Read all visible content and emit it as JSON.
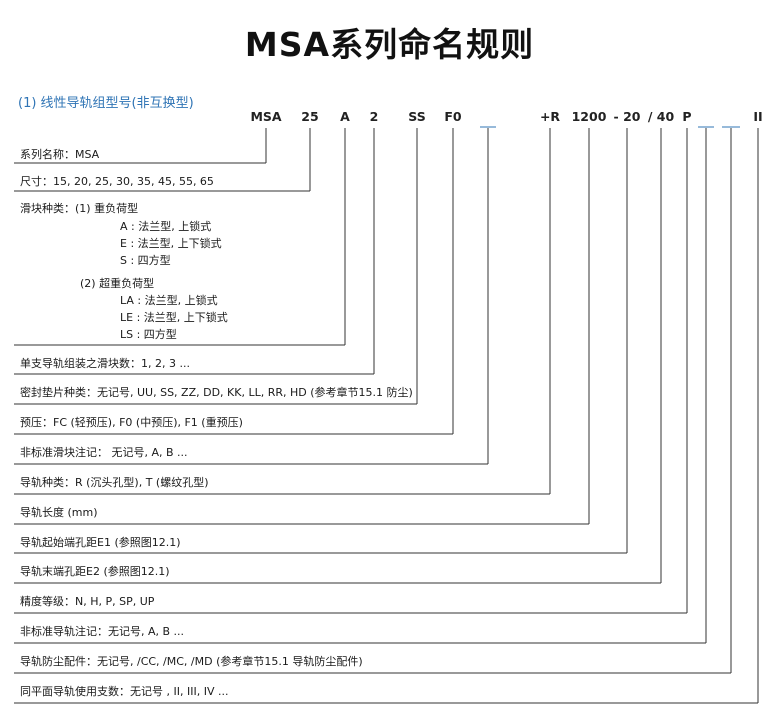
{
  "title": "MSA系列命名规则",
  "subtitle": "(1) 线性导轨组型号(非互换型)",
  "codes": [
    "MSA",
    "25",
    "A",
    "2",
    "SS",
    "F0",
    "+R",
    "1200",
    "- 20",
    "/ 40",
    "P",
    "II"
  ],
  "rows": {
    "series": "系列名称：MSA",
    "size": "尺寸：15, 20, 25, 30, 35, 45, 55, 65",
    "block_type": "滑块种类：(1) 重负荷型",
    "a": "A : 法兰型, 上锁式",
    "e": "E : 法兰型, 上下锁式",
    "s": "S : 四方型",
    "heavy2": "(2) 超重负荷型",
    "la": "LA : 法兰型, 上锁式",
    "le": "LE : 法兰型, 上下锁式",
    "ls": "LS : 四方型",
    "block_count": "单支导轨组装之滑块数：1, 2, 3 ...",
    "seal": "密封垫片种类：无记号, UU, SS, ZZ, DD, KK, LL, RR, HD (参考章节15.1 防尘)",
    "preload": "预压：FC (轻预压), F0 (中预压), F1 (重预压)",
    "nonstd_block": "非标准滑块注记： 无记号, A, B ...",
    "rail_type": "导轨种类：R (沉头孔型), T (螺纹孔型)",
    "rail_length": "导轨长度 (mm)",
    "e1": "导轨起始端孔距E1 (参照图12.1)",
    "e2": "导轨末端孔距E2 (参照图12.1)",
    "accuracy": "精度等级：N, H, P, SP, UP",
    "nonstd_rail": "非标准导轨注记：无记号, A, B ...",
    "dust": "导轨防尘配件：无记号, /CC, /MC, /MD (参考章节15.1 导轨防尘配件)",
    "count": "同平面导轨使用支数：无记号 , II, III, IV ..."
  }
}
